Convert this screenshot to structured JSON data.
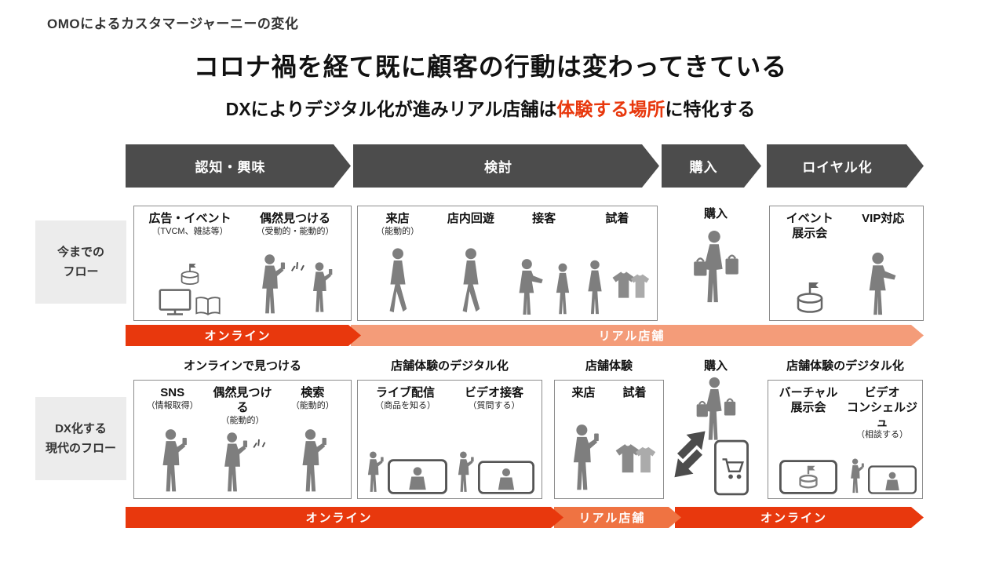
{
  "header": {
    "eyebrow": "OMOによるカスタマージャーニーの変化",
    "title": "コロナ禍を経て既に顧客の行動は変わってきている",
    "subtitle_pre": "DXによりデジタル化が進みリアル店舗は",
    "subtitle_highlight": "体験する場所",
    "subtitle_post": "に特化する"
  },
  "stages": [
    "認知・興味",
    "検討",
    "購入",
    "ロイヤル化"
  ],
  "row1": {
    "label": "今までの\nフロー",
    "awareness": [
      {
        "title": "広告・イベント",
        "sub": "（TVCM、雑誌等）"
      },
      {
        "title": "偶然見つける",
        "sub": "（受動的・能動的）"
      }
    ],
    "consider": [
      {
        "title": "来店",
        "sub": "（能動的）"
      },
      {
        "title": "店内回遊",
        "sub": ""
      },
      {
        "title": "接客",
        "sub": ""
      },
      {
        "title": "試着",
        "sub": ""
      }
    ],
    "purchase": "購入",
    "loyalty": [
      {
        "title": "イベント\n展示会"
      },
      {
        "title": "VIP対応"
      }
    ],
    "flow": [
      {
        "label": "オンライン"
      },
      {
        "label": "リアル店舗"
      }
    ]
  },
  "row2": {
    "label": "DX化する\n現代のフロー",
    "sections": [
      "オンラインで見つける",
      "店舗体験のデジタル化",
      "店舗体験",
      "購入",
      "店舗体験のデジタル化"
    ],
    "find": [
      {
        "title": "SNS",
        "sub": "（情報取得）"
      },
      {
        "title": "偶然見つける",
        "sub": "（能動的）"
      },
      {
        "title": "検索",
        "sub": "（能動的）"
      }
    ],
    "digital": [
      {
        "title": "ライブ配信",
        "sub": "（商品を知る）"
      },
      {
        "title": "ビデオ接客",
        "sub": "（質問する）"
      }
    ],
    "store": [
      {
        "title": "来店"
      },
      {
        "title": "試着"
      }
    ],
    "loyalty": [
      {
        "title": "バーチャル\n展示会",
        "sub": ""
      },
      {
        "title": "ビデオ\nコンシェルジュ",
        "sub": "（相談する）"
      }
    ],
    "flow": [
      {
        "label": "オンライン"
      },
      {
        "label": "リアル店舗"
      },
      {
        "label": "オンライン"
      }
    ]
  },
  "colors": {
    "stage_gray": "#4c4c4c",
    "online_orange": "#e8380d",
    "real_store_row1": "#f49c79",
    "real_store_row2": "#ef7342",
    "silhouette_gray": "#7e7e7e"
  }
}
